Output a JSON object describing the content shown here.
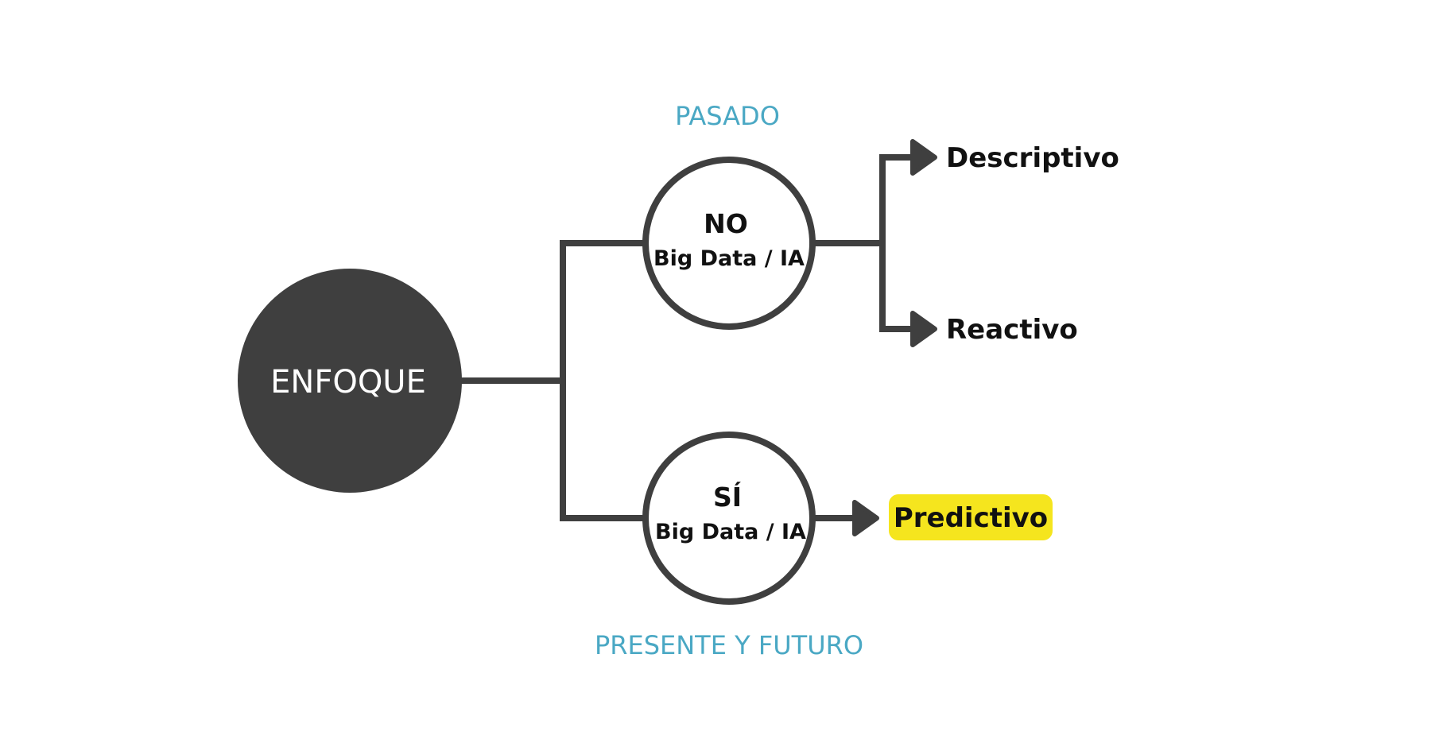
{
  "diagram": {
    "root": {
      "label": "ENFOQUE"
    },
    "branch_no": {
      "title": "NO",
      "subtitle": "Big Data / IA",
      "time_label": "PASADO",
      "outputs": [
        {
          "label": "Descriptivo"
        },
        {
          "label": "Reactivo"
        }
      ]
    },
    "branch_si": {
      "title": "SÍ",
      "subtitle": "Big Data / IA",
      "time_label": "PRESENTE Y FUTURO",
      "outputs": [
        {
          "label": "Predictivo",
          "highlighted": true
        }
      ]
    }
  },
  "colors": {
    "line": "#3f3f3f",
    "root_fill": "#3f3f3f",
    "root_text": "#ffffff",
    "node_stroke": "#3f3f3f",
    "node_fill": "#ffffff",
    "text_dark": "#111111",
    "time_label": "#4aa8c4",
    "highlight": "#f5e51e"
  }
}
